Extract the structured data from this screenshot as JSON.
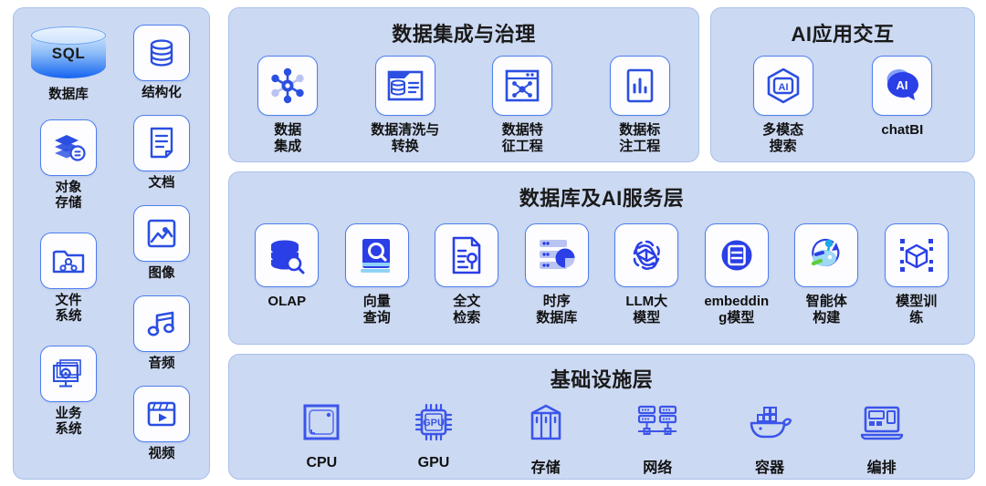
{
  "colors": {
    "panel_bg": "#ccd9f2",
    "panel_border": "#a9c0ea",
    "tile_bg": "#fdfdff",
    "tile_border": "#4d7ff0",
    "icon_primary": "#2b4fe0",
    "icon_accent": "#1464f0",
    "icon_light": "#b9c4f2",
    "text": "#111111"
  },
  "sidebar": {
    "column_left": [
      {
        "label": "数据库",
        "icon": "sql-database-cylinder-icon",
        "badge": "SQL"
      },
      {
        "label": "对象\n存储",
        "icon": "object-storage-icon"
      },
      {
        "label": "文件\n系统",
        "icon": "file-system-folder-icon"
      },
      {
        "label": "业务\n系统",
        "icon": "business-system-monitor-icon"
      }
    ],
    "column_right": [
      {
        "label": "结构化",
        "icon": "structured-database-icon"
      },
      {
        "label": "文档",
        "icon": "document-icon"
      },
      {
        "label": "图像",
        "icon": "image-picture-icon"
      },
      {
        "label": "音频",
        "icon": "audio-music-note-icon"
      },
      {
        "label": "视频",
        "icon": "video-clapperboard-icon"
      }
    ]
  },
  "panels": {
    "ingest": {
      "title": "数据集成与治理",
      "items": [
        {
          "label": "数据\n集成",
          "icon": "data-integration-hub-icon"
        },
        {
          "label": "数据清洗与\n转换",
          "icon": "data-cleaning-transform-icon"
        },
        {
          "label": "数据特\n征工程",
          "icon": "feature-engineering-icon"
        },
        {
          "label": "数据标\n注工程",
          "icon": "data-annotation-chart-icon"
        }
      ]
    },
    "ai_app": {
      "title": "AI应用交互",
      "items": [
        {
          "label": "多模态\n搜索",
          "icon": "multimodal-search-ai-hexagon-icon"
        },
        {
          "label": "chatBI",
          "icon": "chatbi-speech-bubble-ai-icon"
        }
      ]
    },
    "db_ai": {
      "title": "数据库及AI服务层",
      "items": [
        {
          "label": "OLAP",
          "icon": "olap-database-search-icon"
        },
        {
          "label": "向量\n查询",
          "icon": "vector-query-book-search-icon"
        },
        {
          "label": "全文\n检索",
          "icon": "fulltext-search-document-icon"
        },
        {
          "label": "时序\n数据库",
          "icon": "timeseries-database-chart-icon"
        },
        {
          "label": "LLM大\n模型",
          "icon": "llm-openai-swirl-icon"
        },
        {
          "label": "embeddin\ng模型",
          "icon": "embedding-model-circle-icon"
        },
        {
          "label": "智能体\n构建",
          "icon": "agent-build-robot-icon"
        },
        {
          "label": "模型训\n练",
          "icon": "model-training-cube-icon"
        }
      ]
    },
    "infra": {
      "title": "基础设施层",
      "items": [
        {
          "label": "CPU",
          "icon": "cpu-chip-icon"
        },
        {
          "label": "GPU",
          "icon": "gpu-chip-icon"
        },
        {
          "label": "存储",
          "icon": "storage-rack-icon"
        },
        {
          "label": "网络",
          "icon": "network-topology-icon"
        },
        {
          "label": "容器",
          "icon": "docker-container-whale-icon"
        },
        {
          "label": "编排",
          "icon": "orchestration-dashboard-icon"
        }
      ]
    }
  }
}
